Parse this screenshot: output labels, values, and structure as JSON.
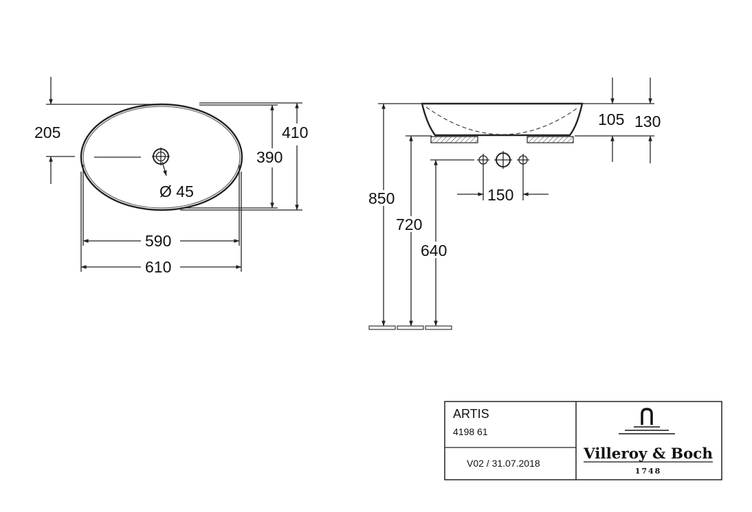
{
  "top_view": {
    "offset_205": "205",
    "height_410": "410",
    "height_390": "390",
    "hole_diameter": "Ø 45",
    "width_590": "590",
    "width_610": "610"
  },
  "side_view": {
    "depth_105": "105",
    "depth_130": "130",
    "spacing_150": "150",
    "height_850": "850",
    "height_720": "720",
    "height_640": "640"
  },
  "title_block": {
    "product_name": "ARTIS",
    "article_number": "4198 61",
    "version_date": "V02 / 31.07.2018",
    "brand_name": "Villeroy & Boch",
    "brand_year": "1748"
  }
}
